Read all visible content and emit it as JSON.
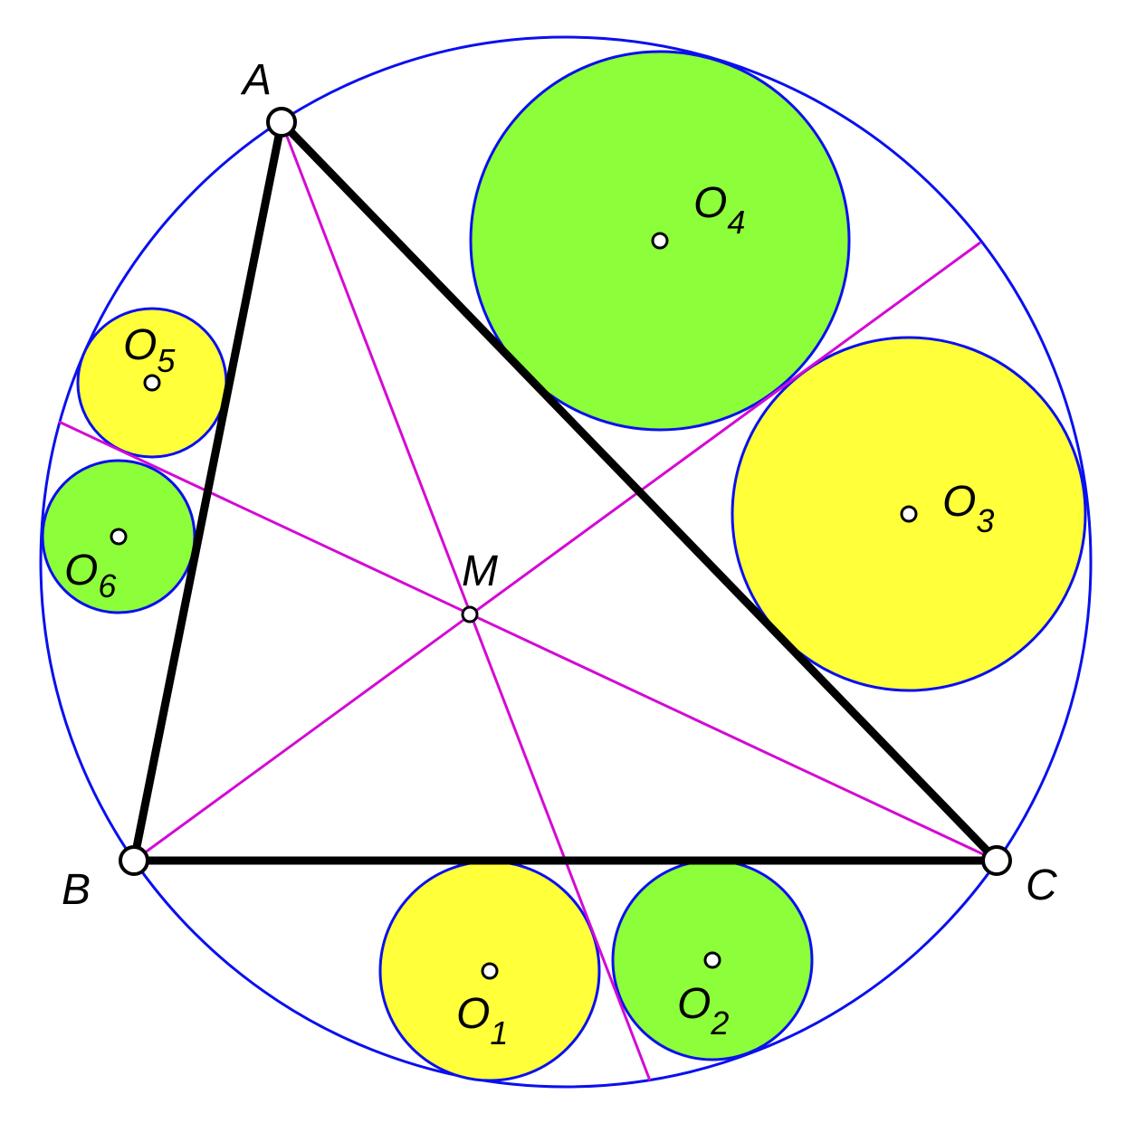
{
  "colors": {
    "circle_stroke": "#0a10ee",
    "triangle_stroke": "#000000",
    "line_stroke": "#d40ad4",
    "fill_yellow": "#ffff3a",
    "fill_green": "#8cff3a",
    "point_fill": "#ffffff"
  },
  "points": {
    "A": "A",
    "B": "B",
    "C": "C",
    "M": "M"
  },
  "circles": [
    {
      "id": "O1",
      "base": "O",
      "sub": "1",
      "fill": "yellow"
    },
    {
      "id": "O2",
      "base": "O",
      "sub": "2",
      "fill": "green"
    },
    {
      "id": "O3",
      "base": "O",
      "sub": "3",
      "fill": "yellow"
    },
    {
      "id": "O4",
      "base": "O",
      "sub": "4",
      "fill": "green"
    },
    {
      "id": "O5",
      "base": "O",
      "sub": "5",
      "fill": "yellow"
    },
    {
      "id": "O6",
      "base": "O",
      "sub": "6",
      "fill": "green"
    }
  ]
}
